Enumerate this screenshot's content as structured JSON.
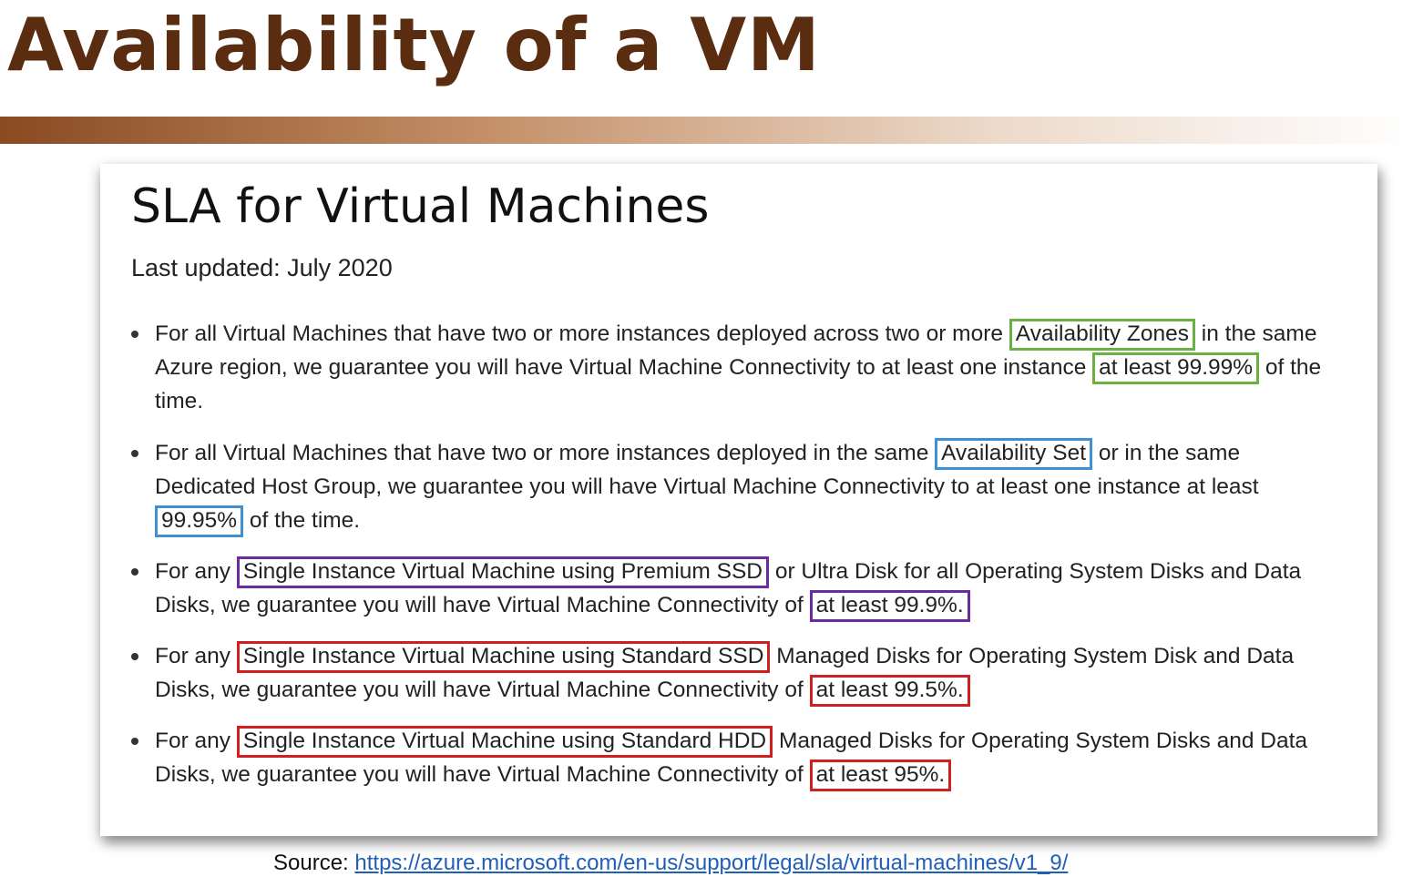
{
  "slide": {
    "title": "Availability of a VM"
  },
  "colors": {
    "title": "#5a2c10",
    "bar_start": "#8a4a22",
    "green": "#6ab043",
    "blue": "#3d8fd6",
    "purple": "#6b2aa0",
    "red": "#d01f1f",
    "link": "#1f5fb8"
  },
  "card": {
    "title": "SLA for Virtual Machines",
    "last_updated": "Last updated: July 2020",
    "bullets": [
      {
        "t1": "For all Virtual Machines that have two or more instances deployed across two or more ",
        "h1": "Availability Zones",
        "t2": " in the same Azure region, we guarantee you will have Virtual Machine Connectivity to at least one instance ",
        "h2": "at least 99.99%",
        "t3": " of the time."
      },
      {
        "t1": "For all Virtual Machines that have two or more instances deployed in the same ",
        "h1": "Availability Set",
        "t2": " or in the same Dedicated Host Group, we guarantee you will have Virtual Machine Connectivity to at least one instance at least ",
        "h2": "99.95%",
        "t3": " of the time."
      },
      {
        "t1": "For any ",
        "h1": "Single Instance Virtual Machine using Premium SSD",
        "t2": " or Ultra Disk for all Operating System Disks and Data Disks, we guarantee you will have Virtual Machine Connectivity of ",
        "h2": "at least 99.9%."
      },
      {
        "t1": "For any ",
        "h1": "Single Instance Virtual Machine using Standard SSD",
        "t2": " Managed Disks for Operating System Disk and Data Disks, we guarantee you will have Virtual Machine Connectivity of ",
        "h2": "at least 99.5%."
      },
      {
        "t1": "For any ",
        "h1": "Single Instance Virtual Machine using Standard HDD",
        "t2": " Managed Disks for Operating System Disks and Data Disks, we guarantee you will have Virtual Machine Connectivity of ",
        "h2": "at least 95%."
      }
    ]
  },
  "source": {
    "label": "Source: ",
    "url": "https://azure.microsoft.com/en-us/support/legal/sla/virtual-machines/v1_9/"
  }
}
